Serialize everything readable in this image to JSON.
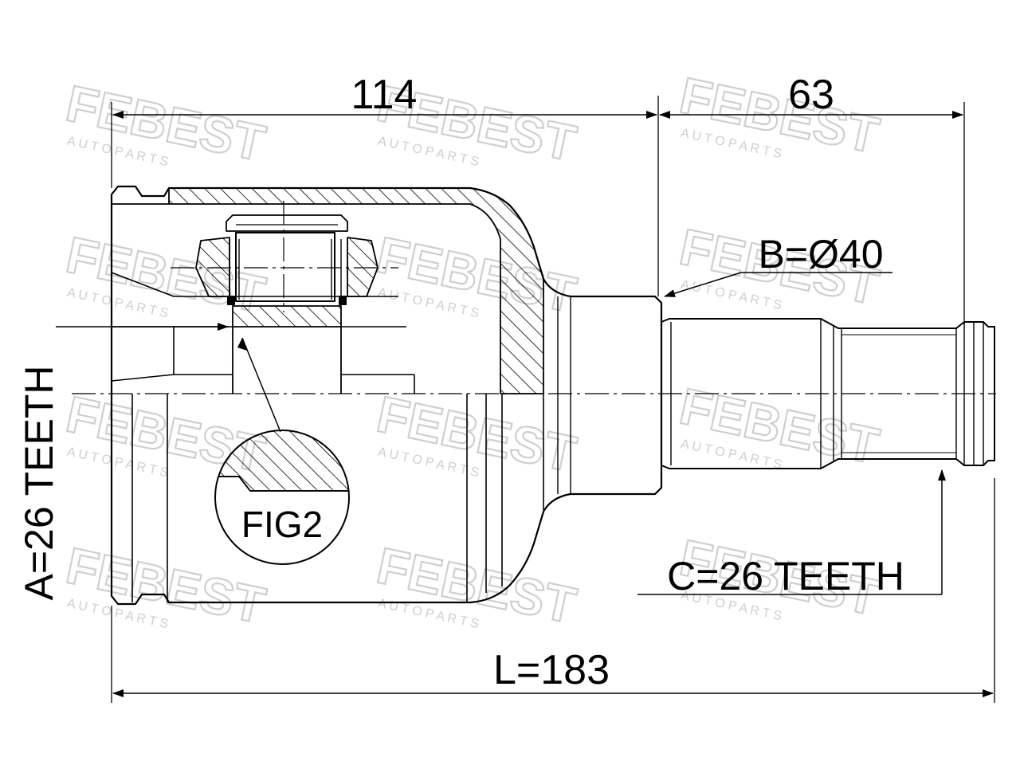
{
  "labels": {
    "dim_top_left": "114",
    "dim_top_right": "63",
    "dim_b": "B=Ø40",
    "dim_a": "A=26 TEETH",
    "dim_c": "C=26 TEETH",
    "dim_l": "L=183",
    "fig": "FIG2"
  },
  "watermark": {
    "brand": "FEBEST",
    "sub": "A U T O   P A R T S"
  },
  "colors": {
    "line": "#000000",
    "watermark": "#cfcfcf"
  }
}
